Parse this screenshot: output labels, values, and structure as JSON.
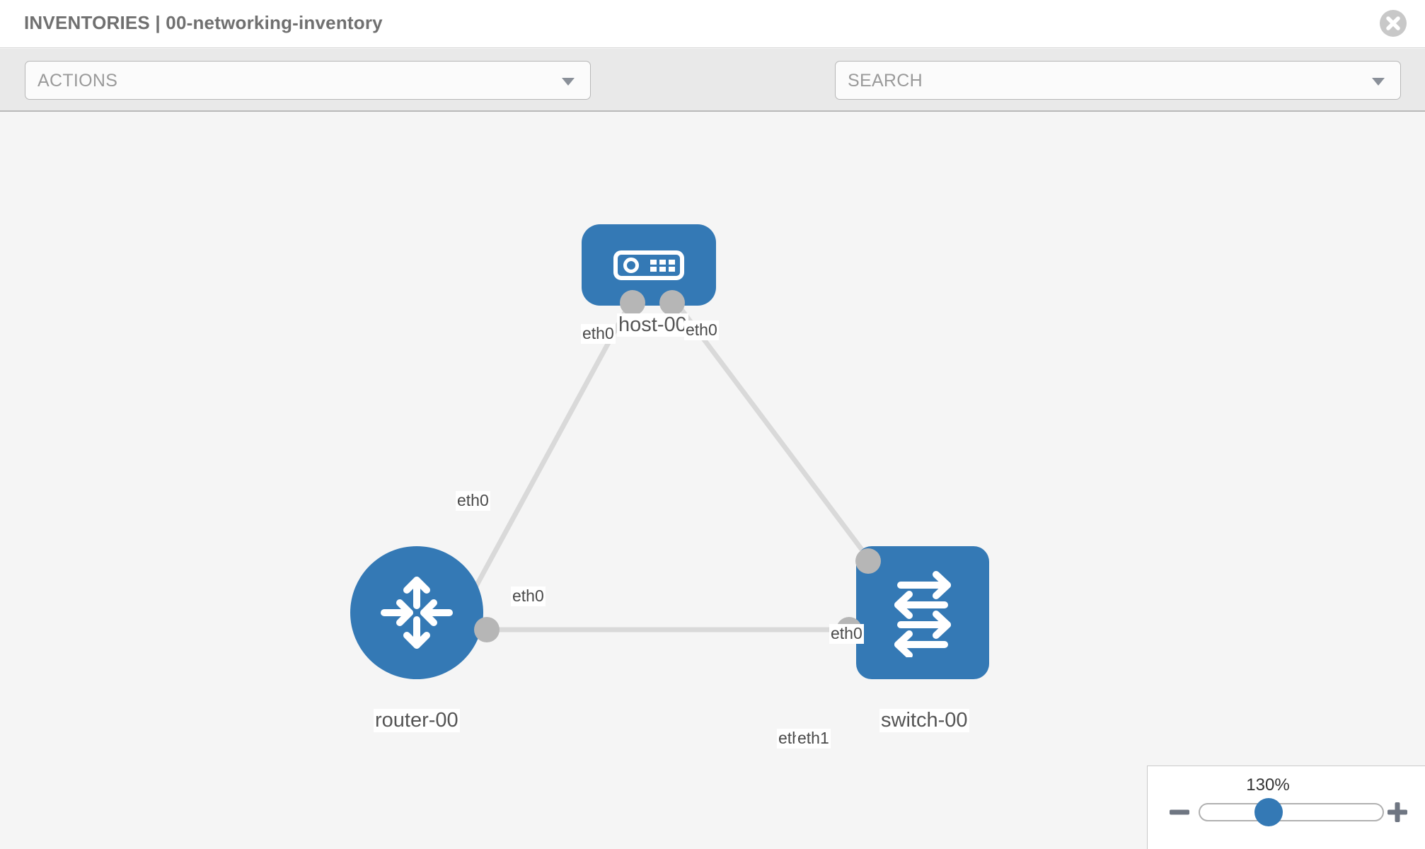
{
  "header": {
    "title": "INVENTORIES | 00-networking-inventory",
    "close_icon": "close-circle-icon"
  },
  "toolbar": {
    "actions_label": "ACTIONS",
    "actions_caret_icon": "chevron-down-icon",
    "wrench_icon": "wrench-icon",
    "key_icon": "key-icon",
    "search_placeholder": "SEARCH",
    "search_caret_icon": "chevron-down-icon"
  },
  "topology": {
    "nodes": [
      {
        "id": "host-00",
        "label": "host-00",
        "icon": "server-device-icon",
        "shape": "rounded-rect"
      },
      {
        "id": "router-00",
        "label": "router-00",
        "icon": "router-arrows-icon",
        "shape": "circle"
      },
      {
        "id": "switch-00",
        "label": "switch-00",
        "icon": "switch-arrows-icon",
        "shape": "rounded-square"
      }
    ],
    "links": [
      {
        "from": "host-00",
        "to": "router-00",
        "from_interface": "eth0",
        "to_interface": "eth0"
      },
      {
        "from": "host-00",
        "to": "switch-00",
        "from_interface": "eth0",
        "to_interface": "eth0"
      },
      {
        "from": "router-00",
        "to": "switch-00",
        "from_interface": "eth0",
        "to_interface": "eth1"
      }
    ],
    "interface_labels": {
      "host_left": "eth0",
      "host_right": "eth0",
      "router_up": "eth0",
      "switch_up": "eth0",
      "router_right": "eth0",
      "switch_left_under": "eth0",
      "switch_left": "eth1"
    }
  },
  "zoom_control": {
    "percent": "130%",
    "minus_icon": "minus-icon",
    "plus_icon": "plus-icon",
    "slider_value": 130
  },
  "colors": {
    "node_blue": "#3479b5",
    "connector_gray": "#b6b6b6",
    "link_gray": "#d7d7d7",
    "canvas_bg": "#f5f5f5"
  }
}
